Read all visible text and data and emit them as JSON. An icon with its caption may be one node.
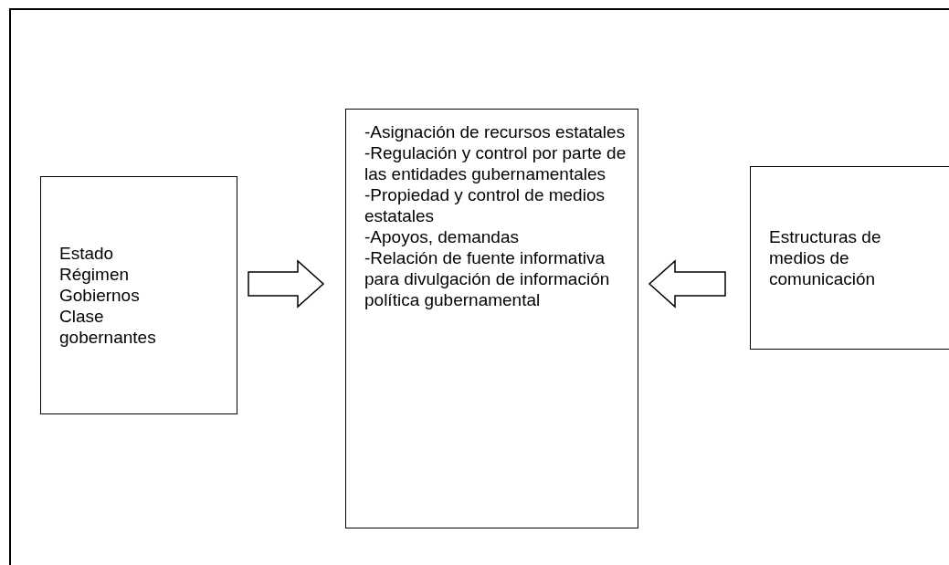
{
  "diagram": {
    "nodes": [
      {
        "text": [
          "Estado",
          "Régimen",
          "Gobiernos",
          "Clase gobernantes"
        ]
      },
      {
        "text": [
          "-Asignación de recursos estatales",
          "-Regulación y control por parte de las entidades gubernamentales",
          "-Propiedad y control de medios estatales",
          "-Apoyos, demandas",
          "-Relación de fuente informativa para divulgación de información política gubernamental"
        ]
      },
      {
        "text": [
          "Estructuras de medios de comunicación"
        ]
      }
    ],
    "edges": [
      {
        "from": 0,
        "to": 1,
        "arrow": "to"
      },
      {
        "from": 2,
        "to": 1,
        "arrow": "to"
      }
    ]
  }
}
